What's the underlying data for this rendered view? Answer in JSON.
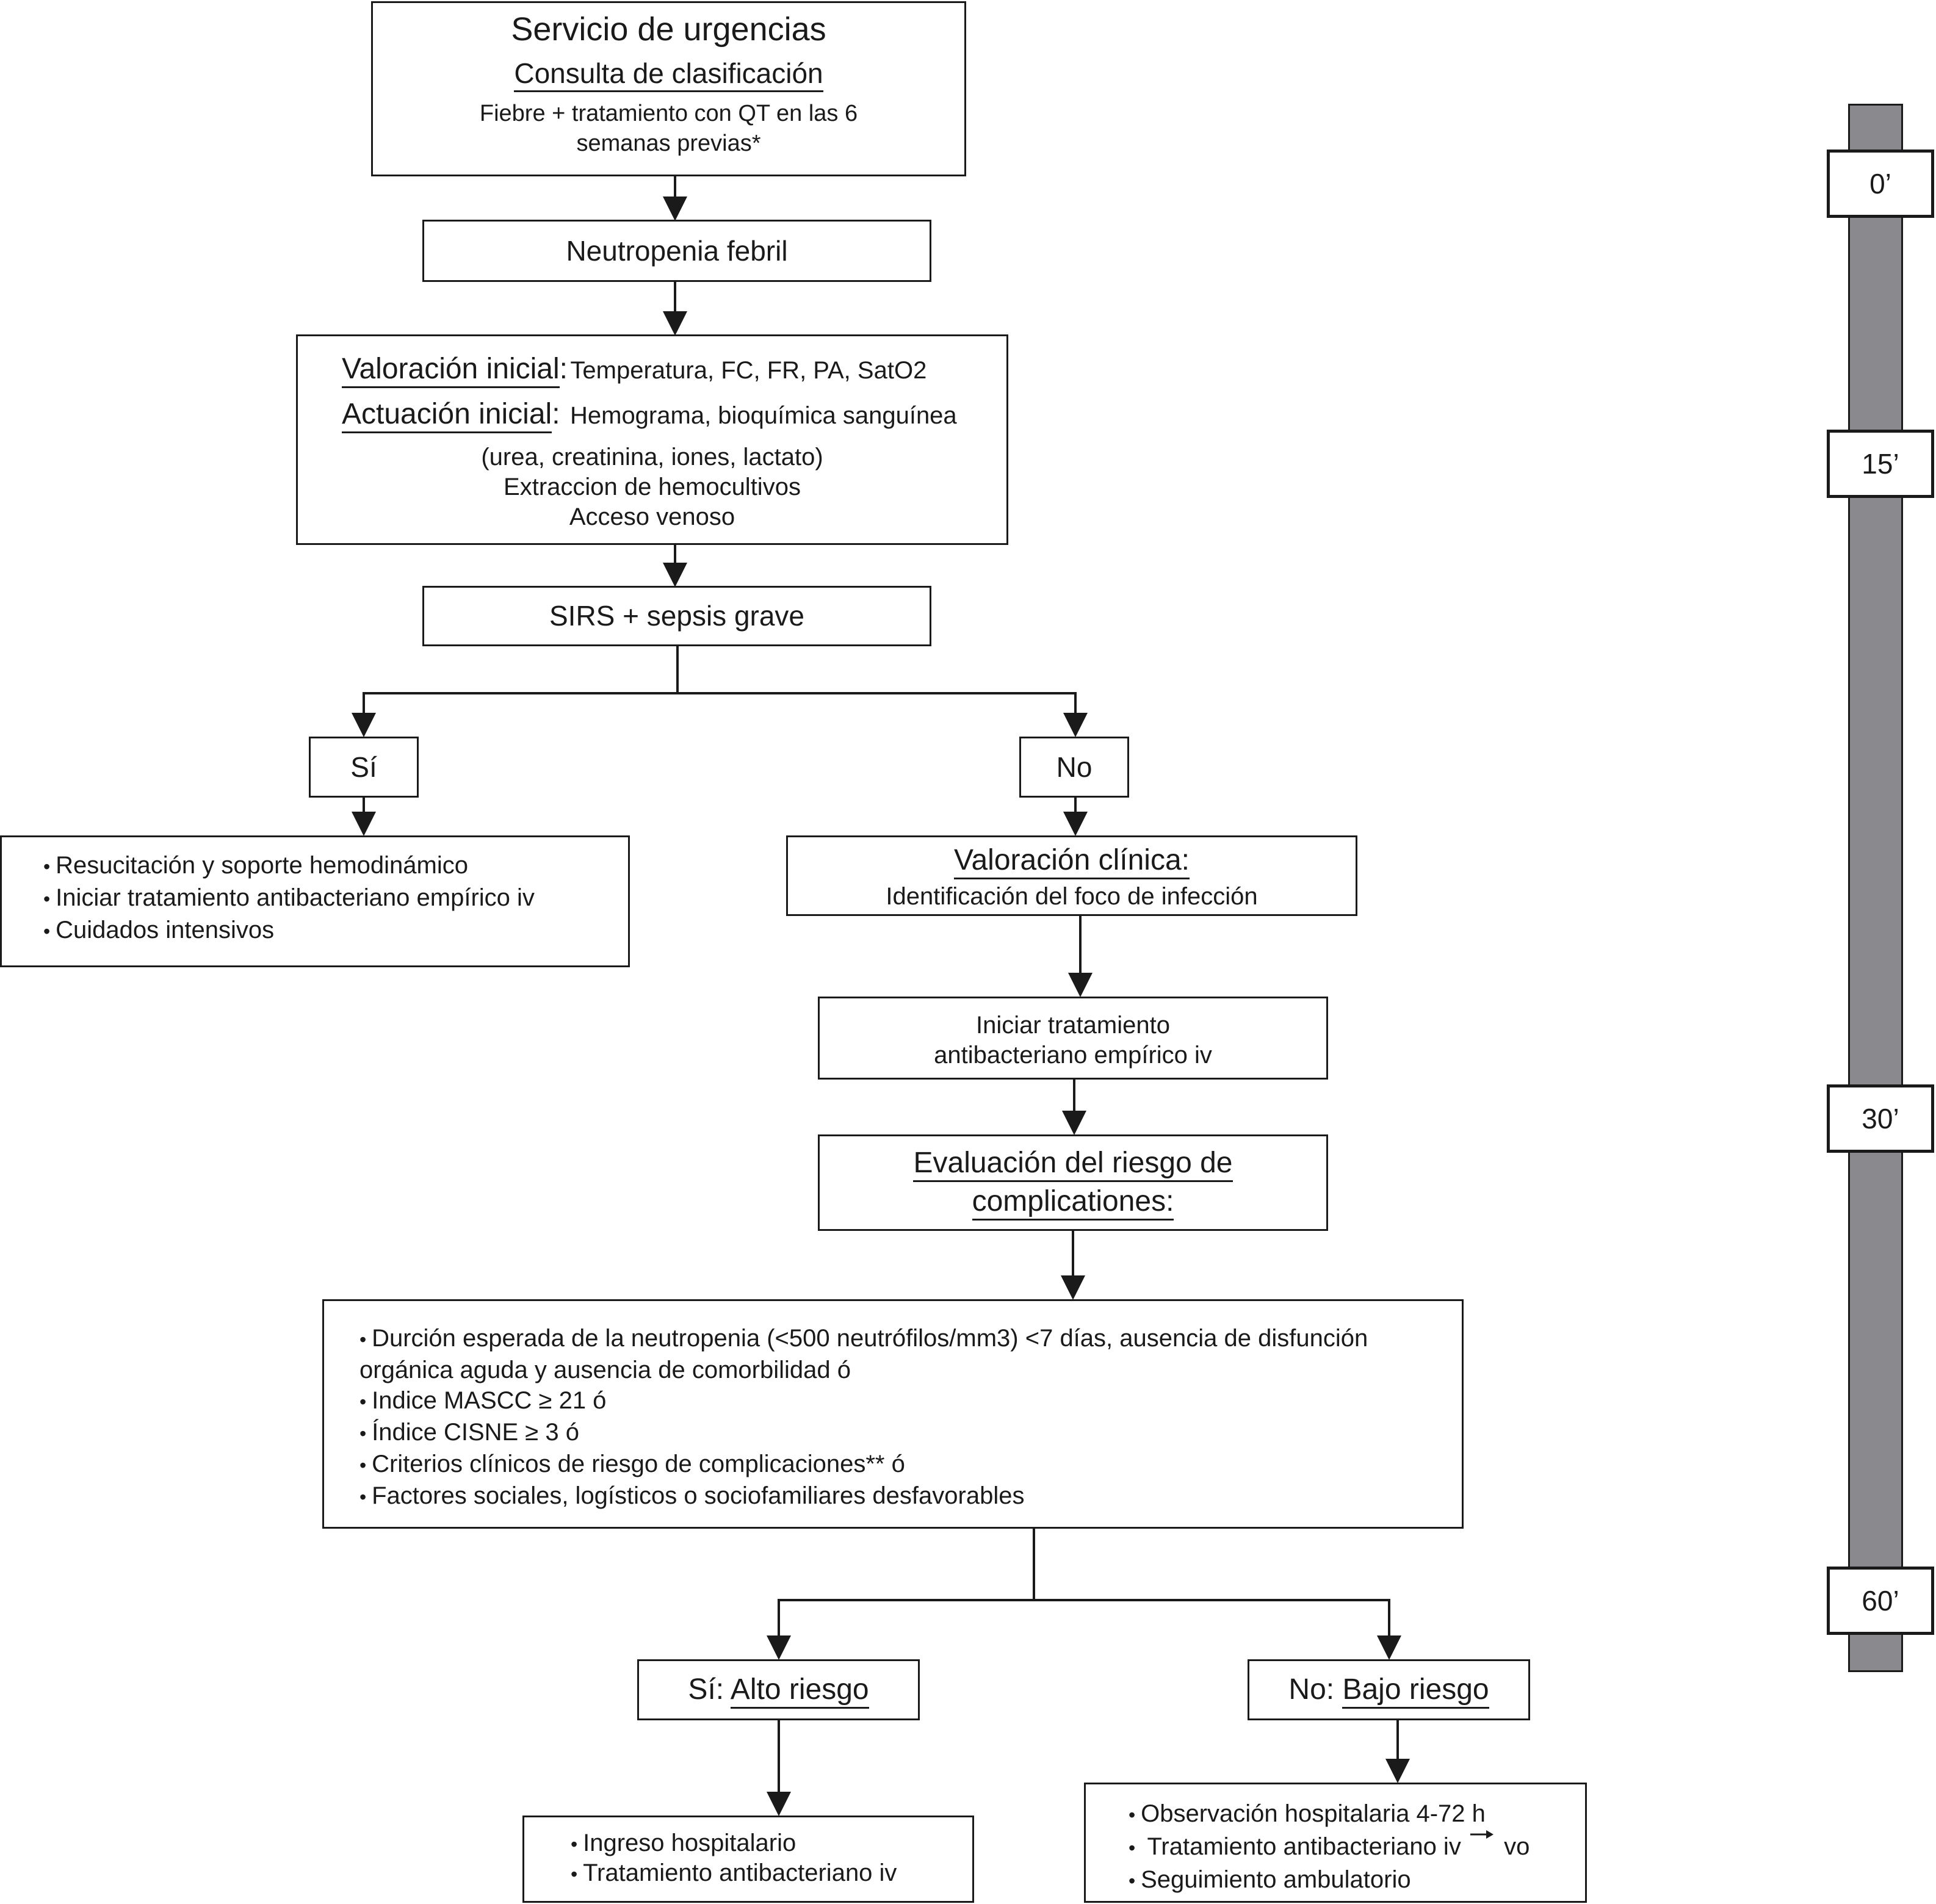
{
  "top": {
    "title": "Servicio de urgencias",
    "subtitle": "Consulta de clasificación",
    "line1": "Fiebre + tratamiento con QT en las 6",
    "line2": "semanas previas*"
  },
  "neutropenia": "Neutropenia febril",
  "initial": {
    "valoracion_label": "Valoración inicial",
    "valoracion_colon": ":",
    "valoracion_text": "Temperatura, FC, FR, PA, SatO2",
    "actuacion_label": "Actuación inicial",
    "actuacion_colon": ":",
    "actuacion_text": "Hemograma, bioquímica sanguínea",
    "line3": "(urea, creatinina, iones, lactato)",
    "line4": "Extraccion de hemocultivos",
    "line5": "Acceso venoso"
  },
  "sirs": "SIRS + sepsis grave",
  "branch1": {
    "yes": "Sí",
    "no": "No"
  },
  "yes_actions": [
    "Resucitación y soporte hemodinámico",
    "Iniciar tratamiento antibacteriano empírico iv",
    "Cuidados intensivos"
  ],
  "clinical": {
    "title": "Valoración clínica:",
    "text": "Identificación del foco de infección"
  },
  "start_treatment": {
    "line1": "Iniciar tratamiento",
    "line2": "antibacteriano empírico iv"
  },
  "risk_eval": {
    "line1": "Evaluación del riesgo de",
    "line2": "complicationes:"
  },
  "criteria": [
    "Durción esperada de la neutropenia (<500 neutrófilos/mm3) <7 días, ausencia de disfunción",
    "orgánica aguda y ausencia de comorbilidad ó",
    "Indice MASCC ≥ 21 ó",
    "Índice CISNE ≥ 3 ó",
    "Criterios clínicos de riesgo de complicaciones** ó",
    "Factores sociales, logísticos o sociofamiliares desfavorables"
  ],
  "high_risk": {
    "prefix": "Sí: ",
    "label": "Alto riesgo"
  },
  "low_risk": {
    "prefix": "No: ",
    "label": "Bajo riesgo"
  },
  "high_actions": [
    "Ingreso hospitalario",
    "Tratamiento antibacteriano iv"
  ],
  "low_actions": {
    "item1": "Observación hospitalaria 4-72 h",
    "item2_a": "Tratamiento antibacteriano iv",
    "item2_b": "vo",
    "item3": "Seguimiento ambulatorio"
  },
  "timeline": [
    "0’",
    "15’",
    "30’",
    "60’"
  ]
}
